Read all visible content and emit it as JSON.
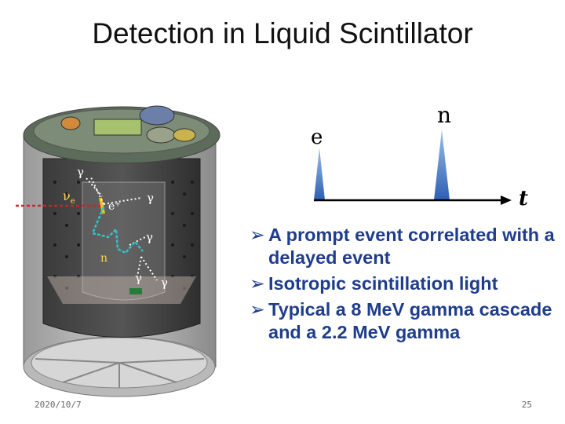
{
  "slide": {
    "title": "Detection in Liquid Scintillator",
    "date": "2020/10/7",
    "page_number": "25"
  },
  "detector_labels": {
    "nu_e": "ν",
    "nu_e_sub": "e",
    "positron": "e⁺",
    "neutron": "n",
    "gamma": "γ"
  },
  "pulse_diagram": {
    "prompt_label": "e",
    "delayed_label": "n",
    "axis_label": "t"
  },
  "bullets": [
    "A prompt event correlated with a delayed event",
    "Isotropic scintillation light",
    "Typical a 8 MeV gamma cascade and a 2.2 MeV gamma"
  ],
  "colors": {
    "bullet_text": "#1f3d8c",
    "pulse_fill": "#3a6fc0",
    "neutrino_line": "#e0192b",
    "neutron_path": "#2fc3c8",
    "positron_mark": "#f2c21a"
  }
}
